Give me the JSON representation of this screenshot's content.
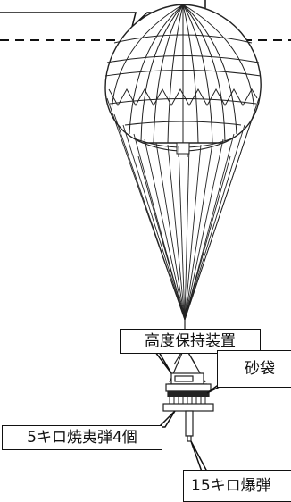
{
  "labels": {
    "altitude_device": "高度保持装置",
    "sandbags": "砂袋",
    "incendiary": "5キロ焼夷弾4個",
    "bomb": "15キロ爆弾"
  },
  "colors": {
    "ink": "#111111",
    "paper": "#ffffff"
  }
}
